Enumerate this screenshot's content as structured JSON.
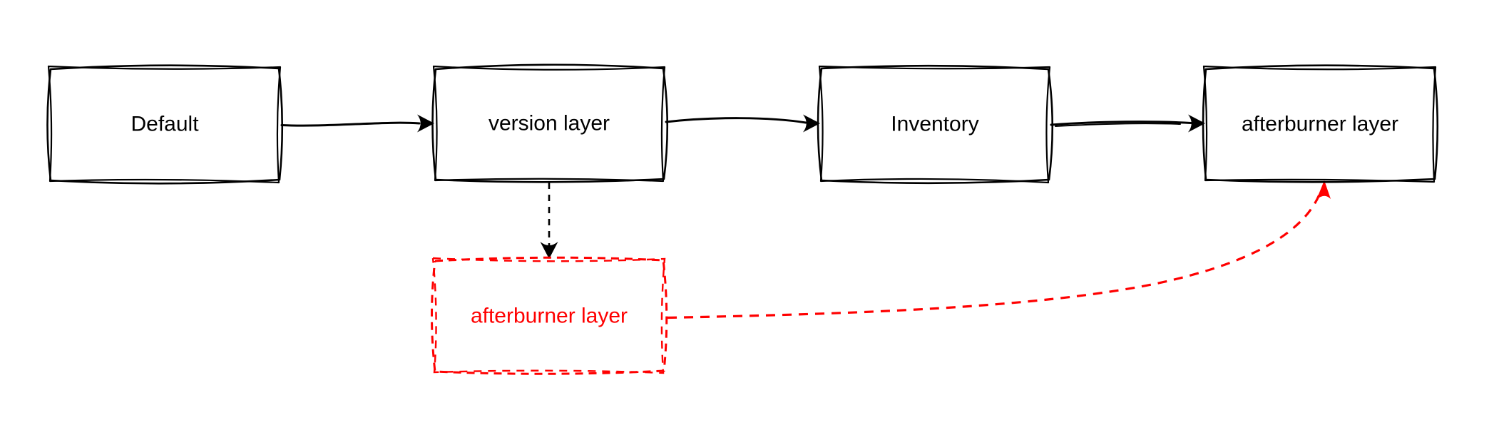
{
  "diagram": {
    "background_color": "#ffffff",
    "stroke_color": "#000000",
    "highlight_color": "#ff0000",
    "style": "hand-drawn-flowchart",
    "nodes": [
      {
        "id": "default",
        "label": "Default",
        "border": "solid-black",
        "text_color": "#000000"
      },
      {
        "id": "version-layer",
        "label": "version layer",
        "border": "solid-black",
        "text_color": "#000000"
      },
      {
        "id": "inventory",
        "label": "Inventory",
        "border": "solid-black",
        "text_color": "#000000"
      },
      {
        "id": "afterburner-layer",
        "label": "afterburner layer",
        "border": "solid-black",
        "text_color": "#000000"
      },
      {
        "id": "afterburner-layer-new",
        "label": "afterburner layer",
        "border": "dashed-red",
        "text_color": "#ff0000"
      }
    ],
    "edges": [
      {
        "from": "default",
        "to": "version-layer",
        "style": "solid-black-arrow"
      },
      {
        "from": "version-layer",
        "to": "inventory",
        "style": "solid-black-arrow"
      },
      {
        "from": "inventory",
        "to": "afterburner-layer",
        "style": "solid-black-arrow"
      },
      {
        "from": "version-layer",
        "to": "afterburner-layer-new",
        "style": "dashed-black-arrow"
      },
      {
        "from": "afterburner-layer-new",
        "to": "afterburner-layer",
        "style": "dashed-red-curved-arrow"
      }
    ]
  }
}
